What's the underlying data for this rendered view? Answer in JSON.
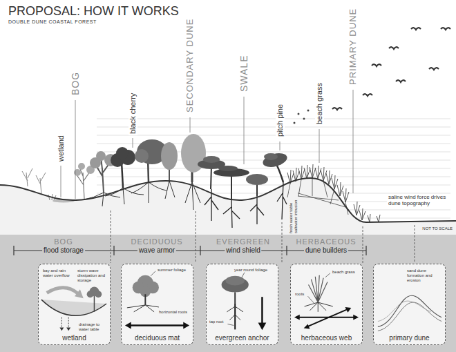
{
  "diagram": {
    "title": "PROPOSAL: HOW IT WORKS",
    "nodes": [
      {
        "text": [
          "bay and rain water overflow",
          "storm wave dissipation and storage",
          "drainage to water table",
          "wetland"
        ]
      },
      {
        "text": [
          "summer foliage",
          "horizontal roots",
          "deciduous mat"
        ]
      },
      {
        "text": [
          "year round foliage",
          "tap root",
          "evergreen anchor"
        ]
      },
      {
        "text": [
          "beach grass",
          "roots",
          "herbaceous web"
        ]
      },
      {
        "text": [
          "sand dune formation and erosion",
          "primary dune"
        ]
      }
    ],
    "labels": [
      "DOUBLE DUNE COASTAL FOREST",
      "BOG",
      "wetland",
      "black cherry",
      "SECONDARY DUNE",
      "SWALE",
      "pitch pine",
      "beach grass",
      "PRIMARY DUNE",
      "saline wind force drives dune topography",
      "NOT TO SCALE",
      "fresh water table saltwater intrusion",
      "BOG",
      "flood storage",
      "DECIDUOUS",
      "wave armor",
      "EVERGREEN",
      "wind shield",
      "HERBACEOUS",
      "dune builders"
    ]
  }
}
